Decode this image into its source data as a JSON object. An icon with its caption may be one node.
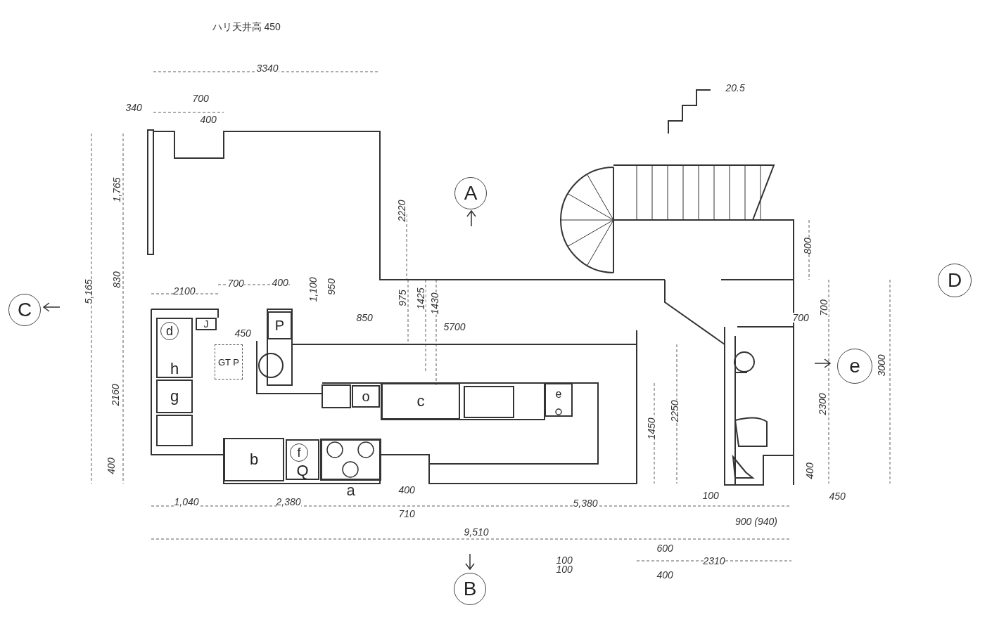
{
  "diagram": {
    "nodes": [
      {
        "text": [
          "A"
        ]
      },
      {
        "text": [
          "C"
        ]
      },
      {
        "text": [
          "D"
        ]
      },
      {
        "text": [
          "e"
        ]
      },
      {
        "text": [
          "B"
        ]
      },
      {
        "text": [
          "h"
        ]
      },
      {
        "text": [
          "d"
        ],
        "in": 5
      },
      {
        "text": [
          "g"
        ]
      },
      {
        "text": [],
        "shape": "box"
      },
      {
        "text": [
          "J"
        ]
      },
      {
        "text": [
          "GT P"
        ]
      },
      {
        "text": [
          "P"
        ]
      },
      {
        "text": [
          "b"
        ]
      },
      {
        "text": [
          "Q"
        ]
      },
      {
        "text": [
          "f"
        ],
        "in": 13
      },
      {
        "text": [],
        "shape": "box",
        "beside": [
          "a"
        ]
      },
      {
        "text": [
          "o"
        ]
      },
      {
        "text": [
          "c"
        ]
      },
      {
        "text": [
          "e"
        ]
      }
    ],
    "labels": [
      "ハリ天井高 450",
      "3340",
      "340",
      "700",
      "400",
      "20.5",
      "1,765",
      "2220",
      "800",
      "5,165",
      "830",
      "2100",
      "700",
      "400",
      "1,100",
      "950",
      "850",
      "450",
      "975",
      "1425",
      "1430",
      "5700",
      "700",
      "700",
      "2160",
      "1450",
      "2250",
      "2300",
      "3000",
      "400",
      "400",
      "1,040",
      "2,380",
      "400",
      "5,380",
      "100",
      "450",
      "710",
      "900 (940)",
      "9,510",
      "100",
      "100",
      "600",
      "2310",
      "400"
    ]
  }
}
